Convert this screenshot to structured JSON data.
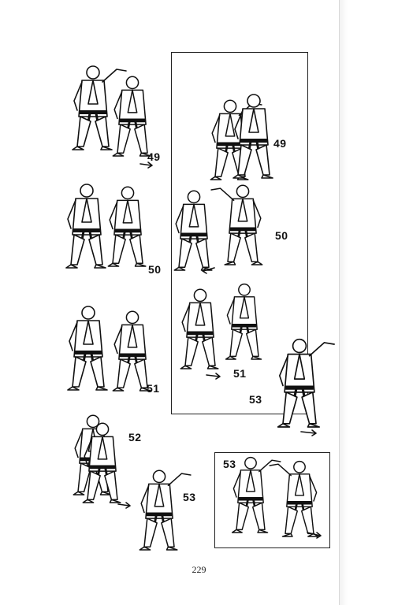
{
  "page": {
    "number": "229"
  },
  "left_column": {
    "labels": [
      "49",
      "50",
      "51",
      "52",
      "53"
    ]
  },
  "right_panel": {
    "labels": [
      "49",
      "50",
      "51",
      "53"
    ]
  },
  "bottom_panel": {
    "label": "53"
  }
}
